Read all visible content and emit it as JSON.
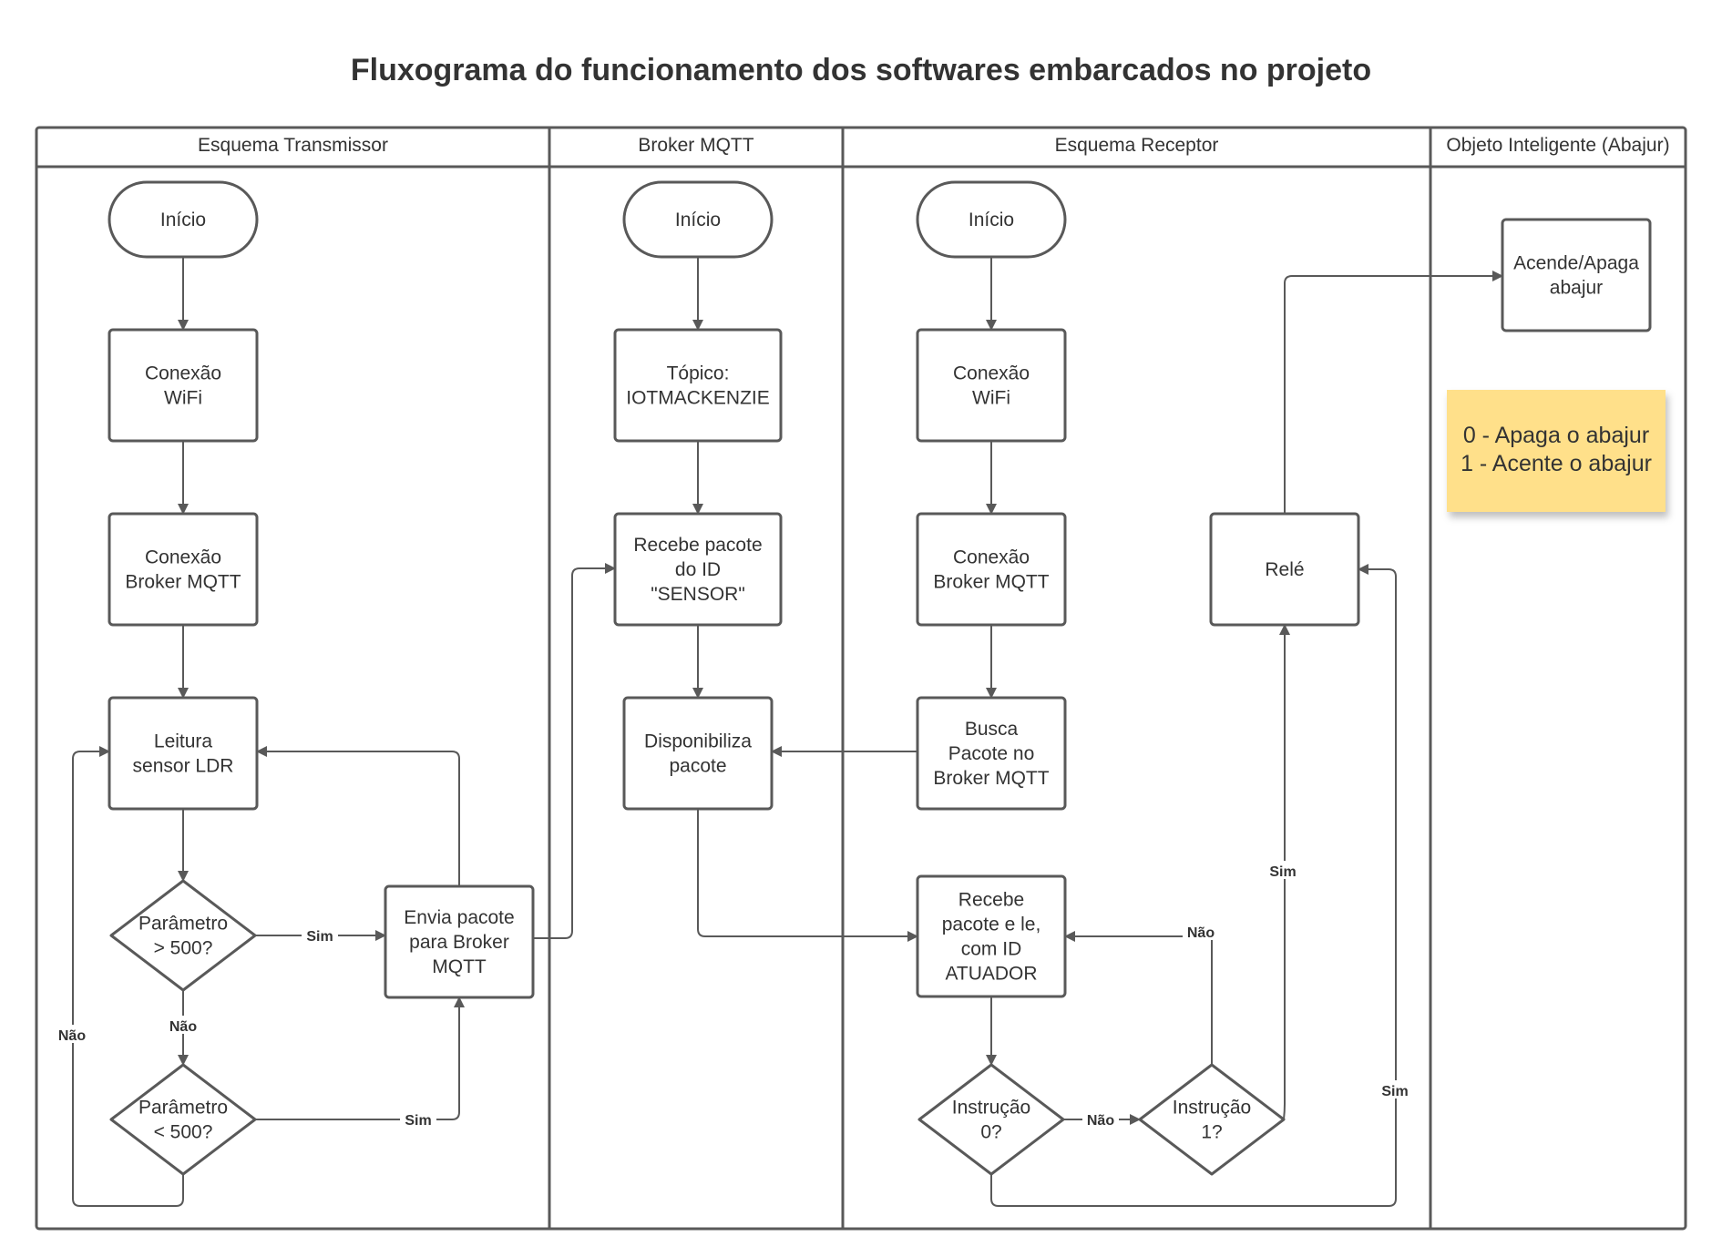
{
  "title": "Fluxograma do funcionamento dos softwares embarcados no projeto",
  "colors": {
    "stroke": "#595959",
    "text": "#333333",
    "note": "#FFE08A"
  },
  "lanes": [
    {
      "id": "transmissor",
      "label": "Esquema Transmissor"
    },
    {
      "id": "broker",
      "label": "Broker MQTT"
    },
    {
      "id": "receptor",
      "label": "Esquema Receptor"
    },
    {
      "id": "objeto",
      "label": "Objeto Inteligente (Abajur)"
    }
  ],
  "nodes": {
    "t_inicio": {
      "lines": [
        "Início"
      ],
      "shape": "terminal"
    },
    "t_wifi": {
      "lines": [
        "Conexão",
        "WiFi"
      ],
      "shape": "process"
    },
    "t_broker": {
      "lines": [
        "Conexão",
        "Broker MQTT"
      ],
      "shape": "process"
    },
    "t_leitura": {
      "lines": [
        "Leitura",
        "sensor LDR"
      ],
      "shape": "process"
    },
    "t_p500a": {
      "lines": [
        "Parâmetro",
        "> 500?"
      ],
      "shape": "decision"
    },
    "t_p500b": {
      "lines": [
        "Parâmetro",
        "< 500?"
      ],
      "shape": "decision"
    },
    "t_envia": {
      "lines": [
        "Envia pacote",
        "para Broker",
        "MQTT"
      ],
      "shape": "process"
    },
    "b_inicio": {
      "lines": [
        "Início"
      ],
      "shape": "terminal"
    },
    "b_topico": {
      "lines": [
        "Tópico:",
        "IOTMACKENZIE"
      ],
      "shape": "process"
    },
    "b_recebe": {
      "lines": [
        "Recebe pacote",
        "do ID",
        "\"SENSOR\""
      ],
      "shape": "process"
    },
    "b_disp": {
      "lines": [
        "Disponibiliza",
        "pacote"
      ],
      "shape": "process"
    },
    "r_inicio": {
      "lines": [
        "Início"
      ],
      "shape": "terminal"
    },
    "r_wifi": {
      "lines": [
        "Conexão",
        "WiFi"
      ],
      "shape": "process"
    },
    "r_broker": {
      "lines": [
        "Conexão",
        "Broker MQTT"
      ],
      "shape": "process"
    },
    "r_busca": {
      "lines": [
        "Busca",
        "Pacote no",
        "Broker MQTT"
      ],
      "shape": "process"
    },
    "r_recebe": {
      "lines": [
        "Recebe",
        "pacote e le,",
        "com ID",
        "ATUADOR"
      ],
      "shape": "process"
    },
    "r_i0": {
      "lines": [
        "Instrução",
        "0?"
      ],
      "shape": "decision"
    },
    "r_i1": {
      "lines": [
        "Instrução",
        "1?"
      ],
      "shape": "decision"
    },
    "r_rele": {
      "lines": [
        "Relé"
      ],
      "shape": "process"
    },
    "o_abajur": {
      "lines": [
        "Acende/Apaga",
        "abajur"
      ],
      "shape": "process"
    }
  },
  "edge_labels": {
    "sim_500a": "Sim",
    "nao_500a": "Não",
    "sim_500b": "Sim",
    "nao_500b": "Não",
    "nao_i0": "Não",
    "nao_i1": "Não",
    "sim_i1": "Sim",
    "sim_i0": "Sim"
  },
  "note": {
    "lines": [
      "0 - Apaga o abajur",
      "1 - Acente o abajur"
    ]
  }
}
